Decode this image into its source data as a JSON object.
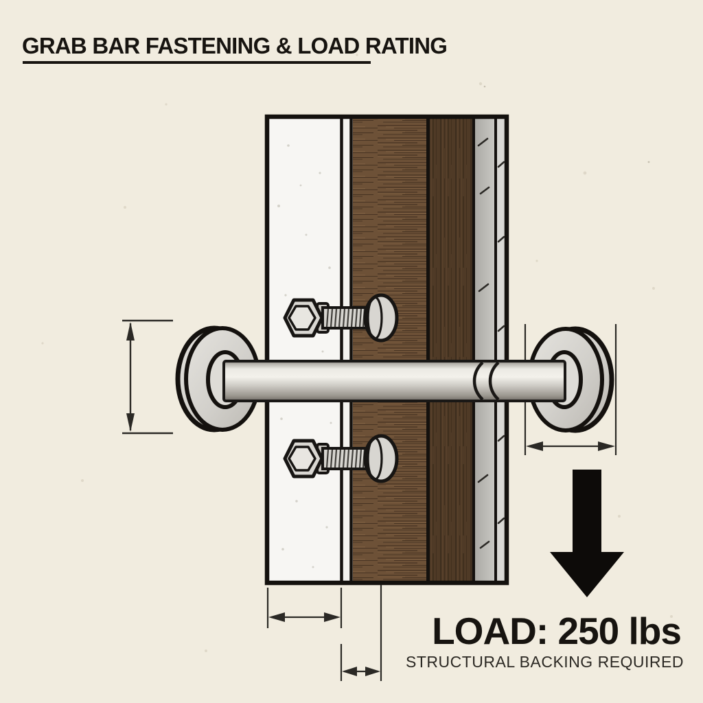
{
  "header": {
    "title": "GRAB BAR FASTENING & LOAD RATING"
  },
  "load": {
    "rating": "LOAD: 250 lbs",
    "note": "STRUCTURAL BACKING REQUIRED"
  },
  "icons": {
    "load_arrow": "down-arrow-icon"
  },
  "palette": {
    "bg": "#f1ecdf",
    "ink": "#171410",
    "drywall": "#f7f6f3",
    "wood": "#6d5137",
    "wood-dark": "#4f3a26",
    "metal-light": "#eceae4",
    "metal-mid": "#cdcac4",
    "metal-dark": "#8f8b84",
    "gray-layer": "#b9b8b3",
    "gray-layer-light": "#d9d8d4",
    "dim-line": "#2b2925"
  }
}
